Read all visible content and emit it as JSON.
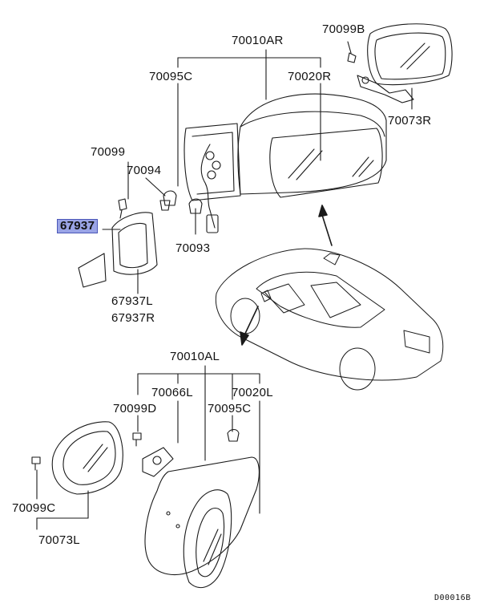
{
  "labels": {
    "70010AR": "70010AR",
    "70099B": "70099B",
    "70095C": "70095C",
    "70020R": "70020R",
    "70073R": "70073R",
    "70099": "70099",
    "70094": "70094",
    "67937": "67937",
    "70093": "70093",
    "67937L": "67937L",
    "67937R": "67937R",
    "70010AL": "70010AL",
    "70066L": "70066L",
    "70020L": "70020L",
    "70099D": "70099D",
    "70095C_lower": "70095C",
    "70099C": "70099C",
    "70073L": "70073L"
  },
  "diagram_code": "D00016B",
  "highlight_color": "#9aa4e6"
}
